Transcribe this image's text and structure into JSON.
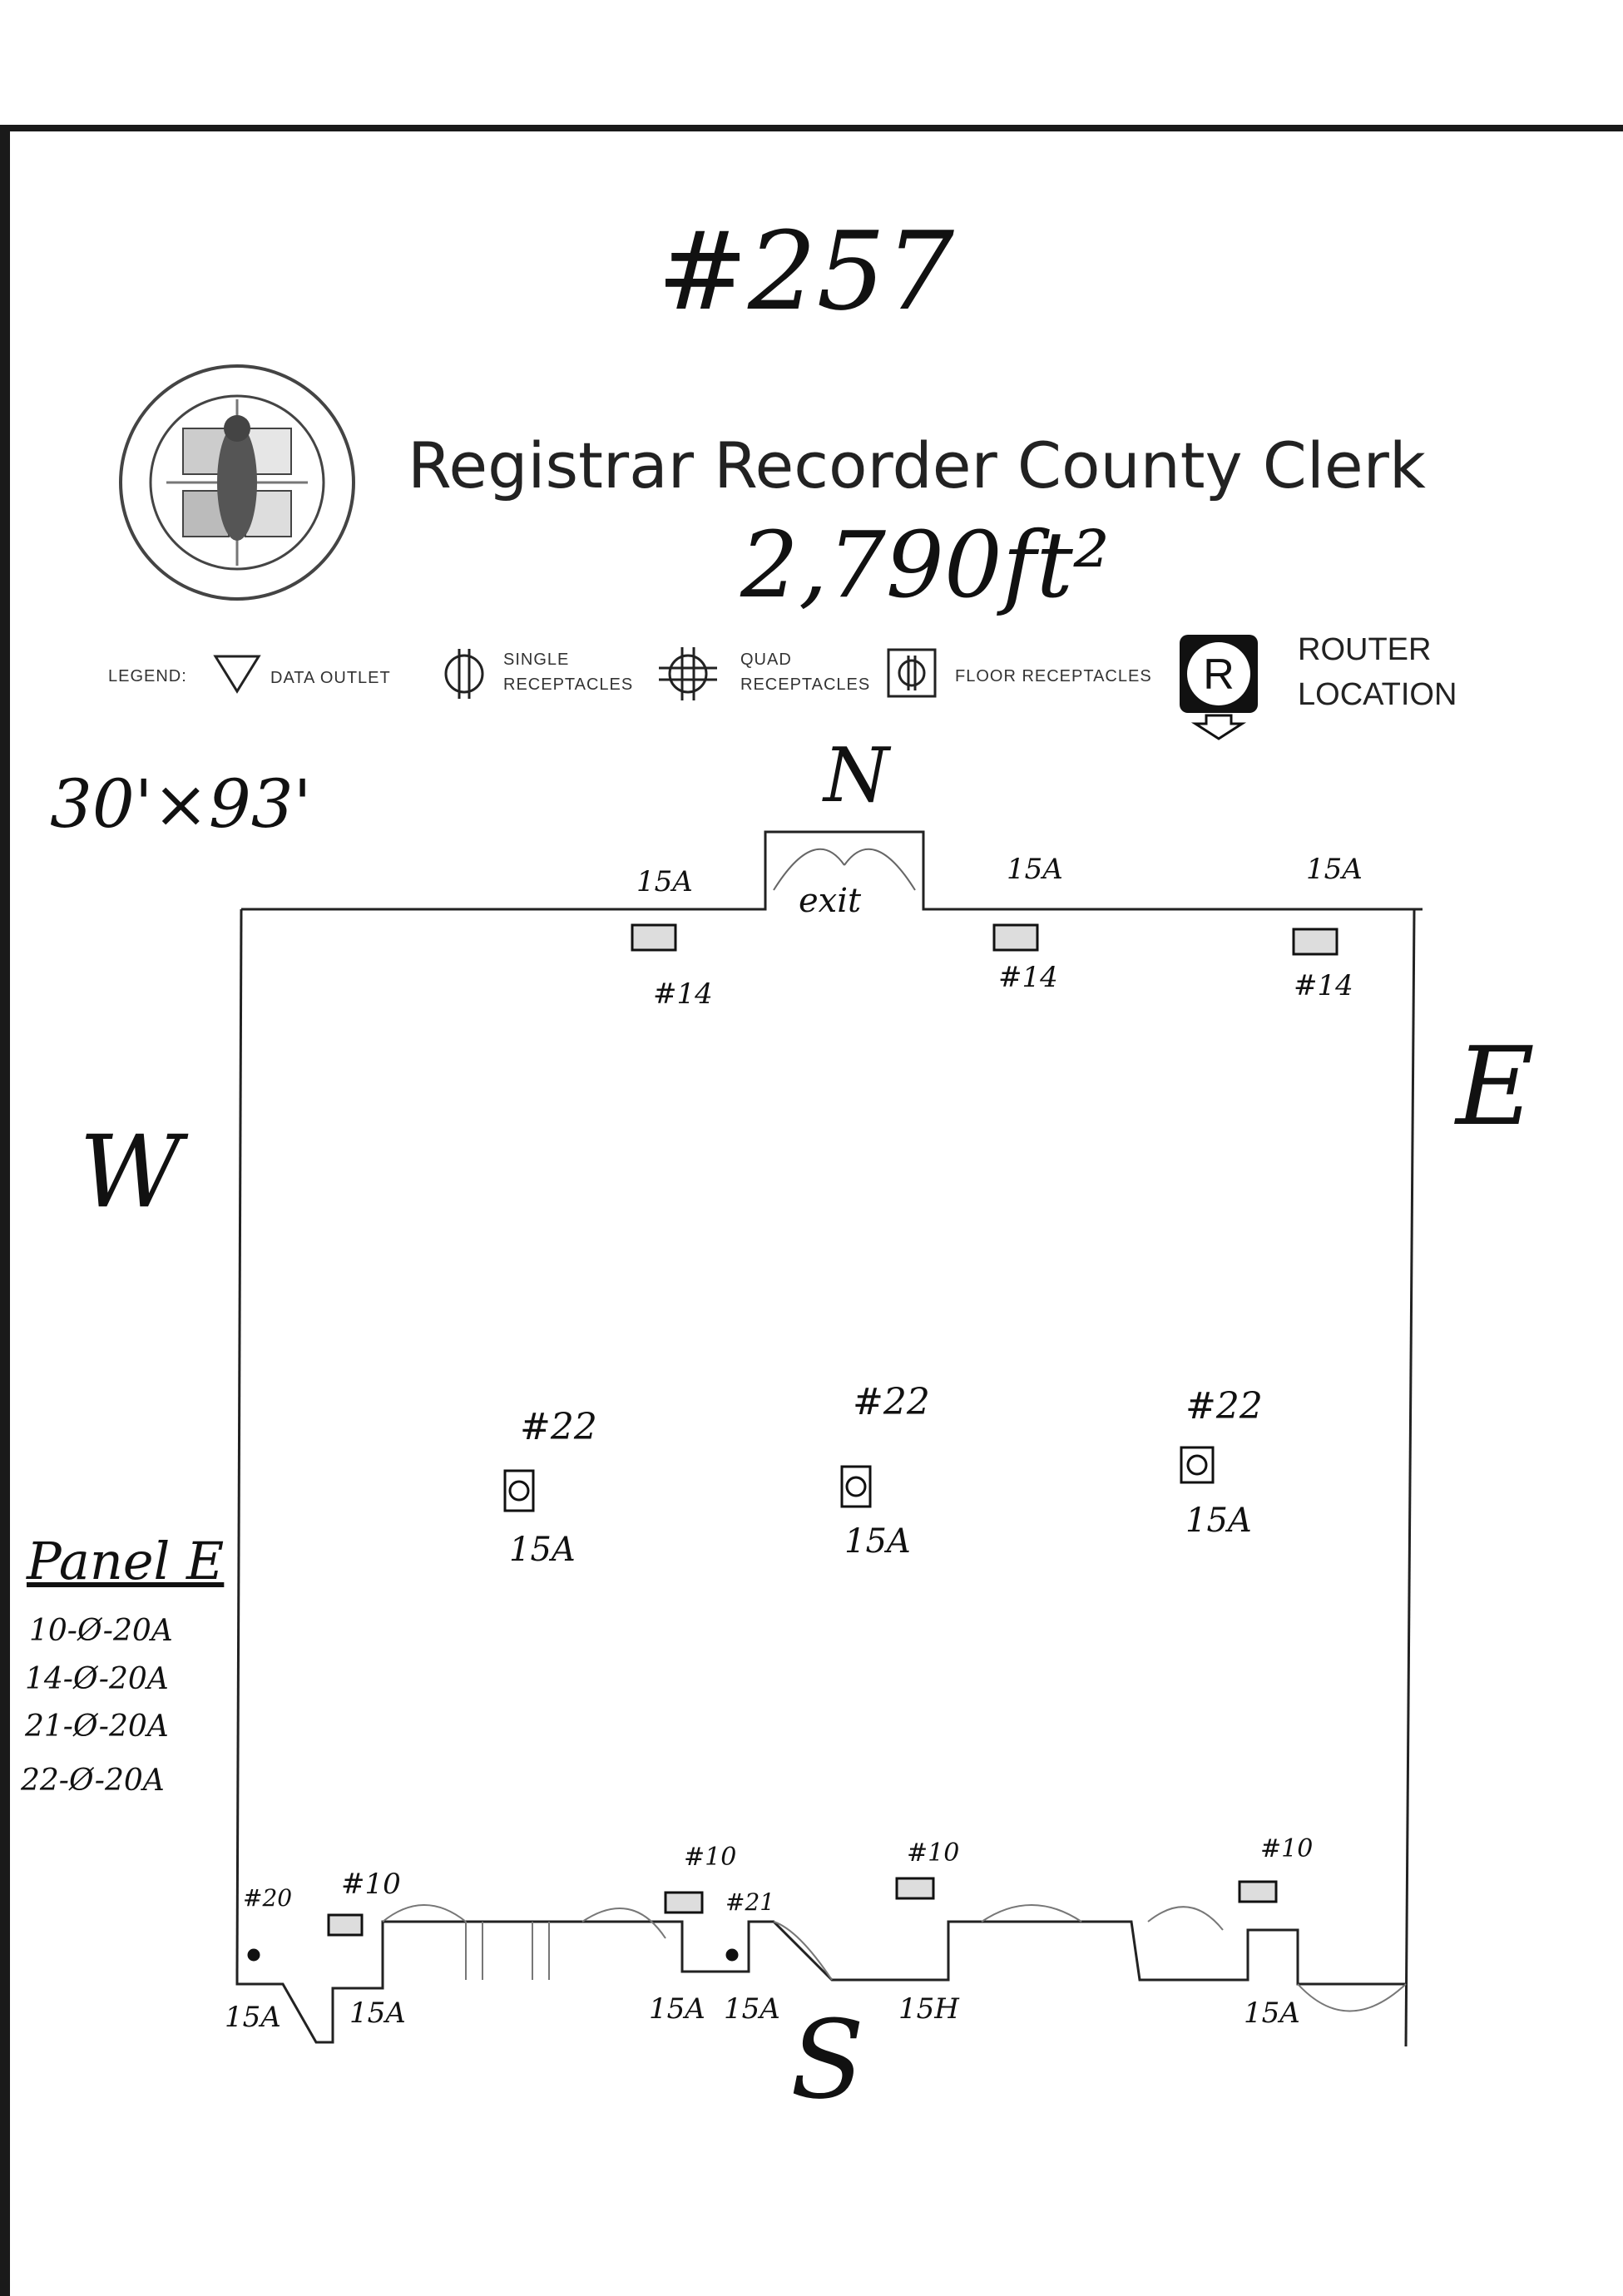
{
  "document": {
    "handwritten_number": "#257",
    "title": "Registrar Recorder County Clerk",
    "area": "2,790ft²",
    "dimensions": "30'×93'",
    "legend": {
      "label": "LEGEND:",
      "data_outlet": "DATA OUTLET",
      "single_receptacles_1": "SINGLE",
      "single_receptacles_2": "RECEPTACLES",
      "quad_receptacles_1": "QUAD",
      "quad_receptacles_2": "RECEPTACLES",
      "floor_receptacles": "FLOOR RECEPTACLES",
      "router_letter": "R",
      "router_1": "ROUTER",
      "router_2": "LOCATION"
    },
    "compass": {
      "north": "N",
      "south": "S",
      "east": "E",
      "west": "W"
    },
    "exit_label": "exit",
    "north_wall": {
      "amps": [
        "15A",
        "15A",
        "15A"
      ],
      "circuits": [
        "#14",
        "#14",
        "#14"
      ]
    },
    "center": {
      "circuits": [
        "#22",
        "#22",
        "#22"
      ],
      "amps": [
        "15A",
        "15A",
        "15A"
      ]
    },
    "south_wall": {
      "circuits": [
        "#20",
        "#10",
        "#10",
        "#21",
        "#10",
        "#10"
      ],
      "amps": [
        "15A",
        "15A",
        "15A",
        "15A",
        "15H",
        "15A"
      ]
    },
    "panel": {
      "title": "Panel E",
      "lines": [
        "10-Ø-20A",
        "14-Ø-20A",
        "21-Ø-20A",
        "22-Ø-20A"
      ]
    }
  }
}
